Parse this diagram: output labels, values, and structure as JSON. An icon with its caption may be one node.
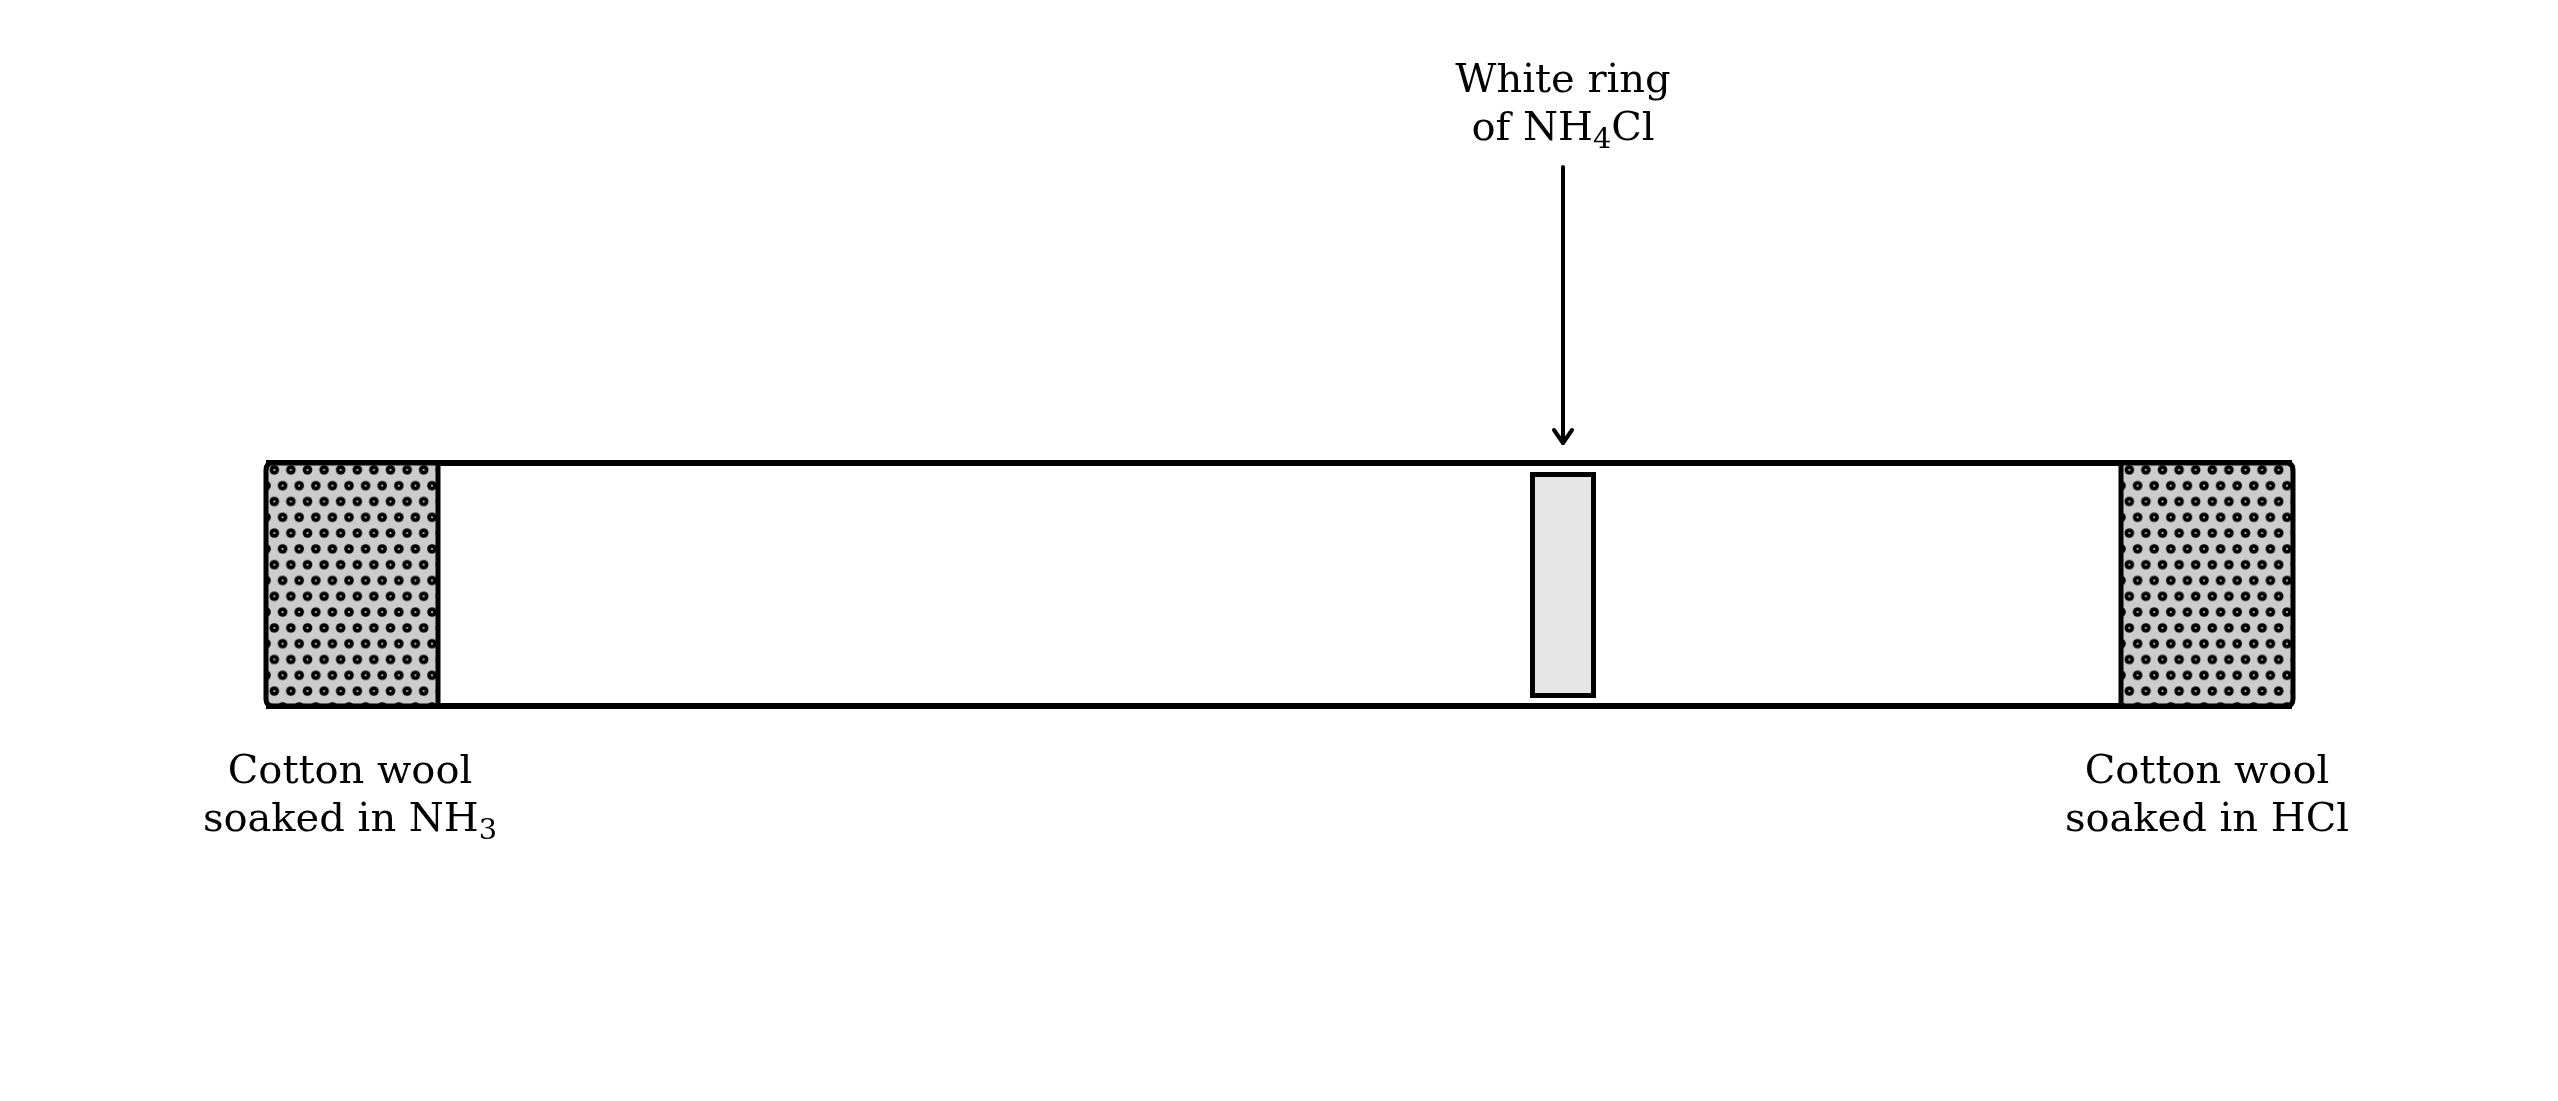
{
  "diagram": {
    "nodes": [
      {
        "text": [
          "White ring of NH$_{4}$Cl"
        ]
      },
      {
        "text": [],
        "shape": "box"
      }
    ],
    "edges": [
      {
        "from": 0,
        "to": 1,
        "arrow": "to"
      }
    ],
    "labels": [
      "Cotton wool soaked in NH$_{3}$",
      "Cotton wool soaked in HCl"
    ]
  }
}
